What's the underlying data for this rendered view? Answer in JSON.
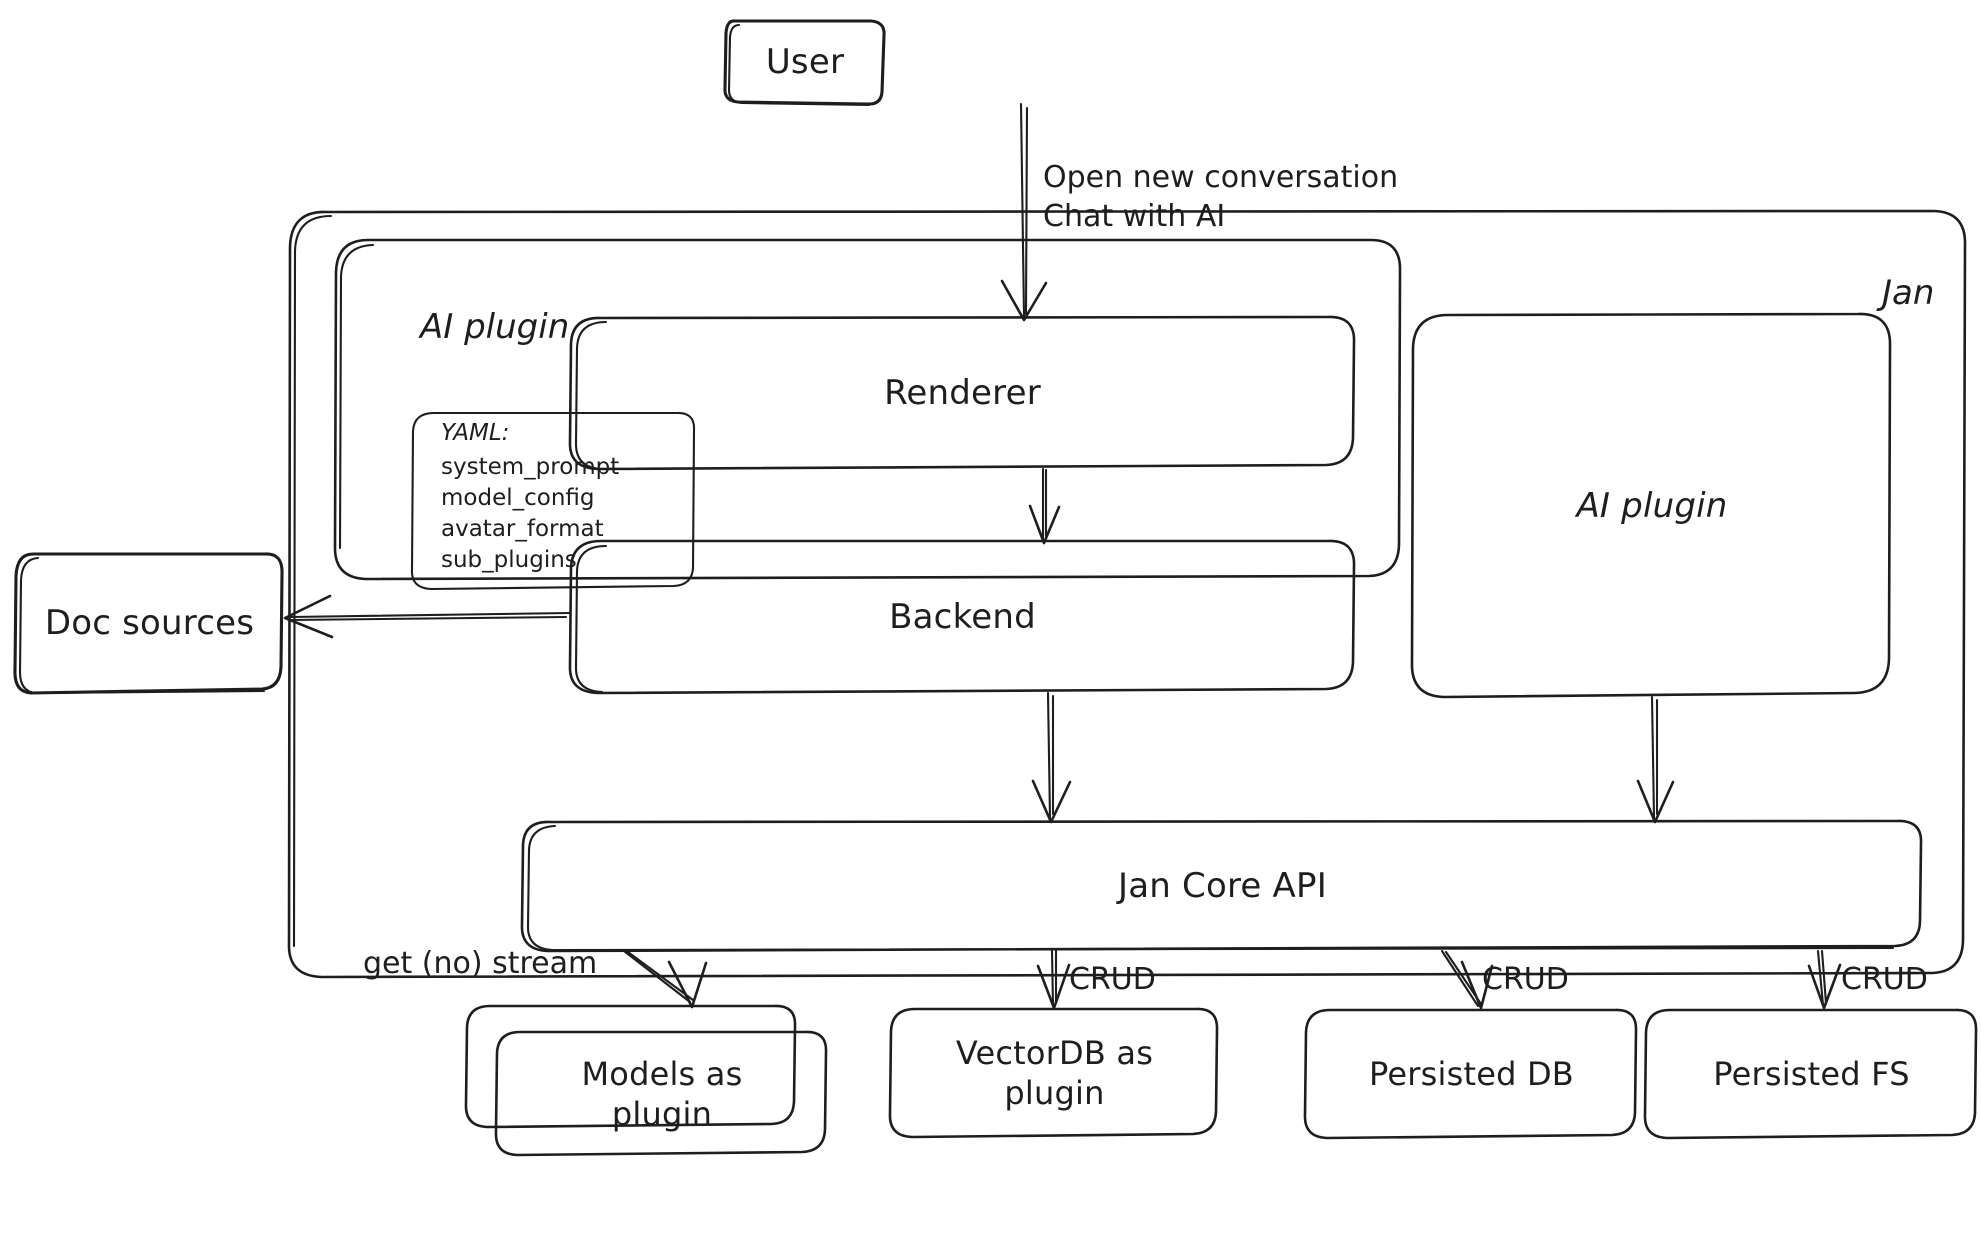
{
  "diagram": {
    "title_node": "User",
    "container": {
      "outer_label": "Jan",
      "group_label": "AI plugin"
    },
    "nodes": {
      "user": "User",
      "renderer": "Renderer",
      "backend": "Backend",
      "ai_plugin_right": "AI plugin",
      "jan_core_api": "Jan Core API",
      "doc_sources": "Doc sources",
      "models_as_plugin": "Models as\nplugin",
      "vectordb_as_plugin": "VectorDB as\nplugin",
      "persisted_db": "Persisted DB",
      "persisted_fs": "Persisted FS"
    },
    "yaml_note": {
      "heading": "YAML:",
      "keys": [
        "system_prompt",
        "model_config",
        "avatar_format",
        "sub_plugins"
      ]
    },
    "edge_labels": {
      "user_to_renderer": "Open new conversation\nChat with AI",
      "core_to_models": "get (no) stream",
      "core_to_vectordb": "CRUD",
      "core_to_persisted_db": "CRUD",
      "core_to_persisted_fs": "CRUD"
    },
    "colors": {
      "stroke": "#1e1e1e",
      "background": "#ffffff",
      "text": "#1e1e1e"
    }
  }
}
